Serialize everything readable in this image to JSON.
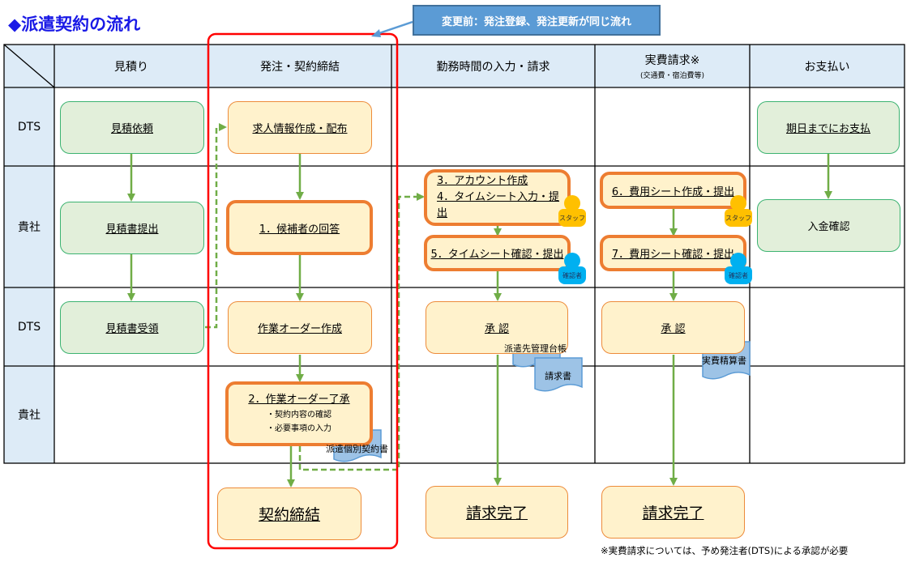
{
  "title": "◆派遣契約の流れ",
  "callout": "変更前：発注登録、発注更新が同じ流れ",
  "colors": {
    "header_bg": "#ddebf7",
    "green_fill": "#e2efda",
    "green_border": "#3cb371",
    "orange_fill": "#fff2cc",
    "orange_border": "#ed7d31",
    "arrow_green": "#70ad47",
    "highlight_red": "#ff0000",
    "callout_bg": "#5b9bd5",
    "doc_blue": "#9dc3e6",
    "staff_yellow": "#ffc000",
    "checker_blue": "#00b0f0"
  },
  "headers": {
    "estimate": "見積り",
    "order": "発注・契約締結",
    "work": "勤務時間の入力・請求",
    "expense": "実費請求※",
    "expense_sub": "(交通費・宿泊費等)",
    "payment": "お支払い"
  },
  "lanes": [
    "DTS",
    "貴社",
    "DTS",
    "貴社"
  ],
  "boxes": {
    "estimate_request": "見積依頼",
    "estimate_submit": "見積書提出",
    "estimate_receive": "見積書受領",
    "job_info": "求人情報作成・配布",
    "candidate_reply": "1．候補者の回答",
    "work_order": "作業オーダー作成",
    "order_accept": "2．作業オーダー了承",
    "order_accept_b1": "・契約内容の確認",
    "order_accept_b2": "・必要事項の入力",
    "contract": "契約締結",
    "account": "3．アカウント作成",
    "timesheet_input": "4．タイムシート入力・提出",
    "timesheet_check": "5．タイムシート確認・提出",
    "approve_work": "承 認",
    "billing_done_work": "請求完了",
    "expense_create": "6．費用シート作成・提出",
    "expense_check": "7．費用シート確認・提出",
    "approve_expense": "承 認",
    "billing_done_expense": "請求完了",
    "pay_by_due": "期日までにお支払",
    "payment_confirm": "入金確認"
  },
  "roles": {
    "staff": "スタッフ",
    "checker": "確認者"
  },
  "documents": {
    "individual_contract": "派遣個別契約書",
    "dispatch_ledger": "派遣先管理台帳",
    "invoice": "請求書",
    "expense_statement": "実費精算書"
  },
  "footnote": "※実費請求については、予め発注者(DTS)による承認が必要"
}
